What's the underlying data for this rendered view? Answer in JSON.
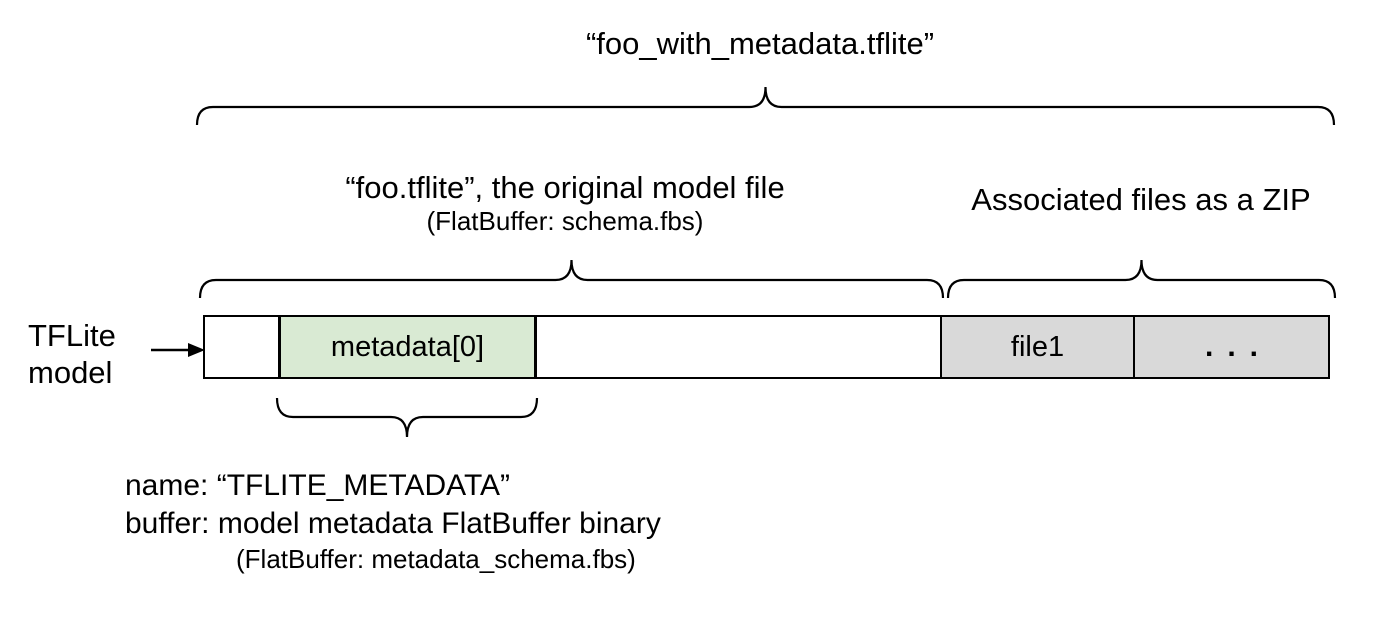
{
  "title": "“foo_with_metadata.tflite”",
  "sections": {
    "model": {
      "label": "“foo.tflite”, the original model file",
      "sublabel": "(FlatBuffer: schema.fbs)"
    },
    "zip": {
      "label": "Associated files as a ZIP"
    }
  },
  "bar": {
    "pointer_label": "TFLite\nmodel",
    "segments": [
      {
        "name": "empty-segment",
        "label": ""
      },
      {
        "name": "metadata-segment",
        "label": "metadata[0]"
      },
      {
        "name": "model-body-segment",
        "label": ""
      },
      {
        "name": "file1-segment",
        "label": "file1"
      },
      {
        "name": "more-files-segment",
        "label": "..."
      }
    ]
  },
  "metadata_note": {
    "name_line": "name: “TFLITE_METADATA”",
    "buffer_line": "buffer: model metadata FlatBuffer binary",
    "schema_line": "(FlatBuffer: metadata_schema.fbs)"
  },
  "colors": {
    "metadata_fill": "#d9ead3",
    "zip_fill": "#d9d9d9",
    "line": "#000000",
    "background": "#ffffff"
  }
}
